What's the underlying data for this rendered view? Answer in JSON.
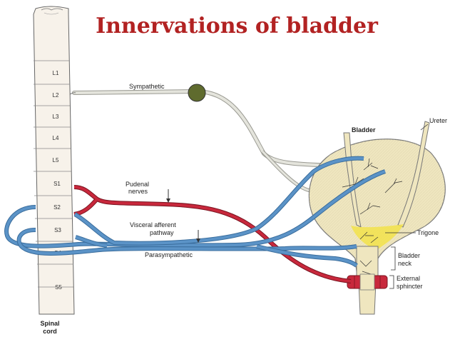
{
  "title": "Innervations of bladder",
  "segments": [
    "L1",
    "L2",
    "L3",
    "L4",
    "L5",
    "S1",
    "S2",
    "S3",
    "S4",
    "S5"
  ],
  "labels": {
    "spinal_cord_line1": "Spinal",
    "spinal_cord_line2": "cord",
    "sympathetic": "Sympathetic",
    "pudenal_line1": "Pudenal",
    "pudenal_line2": "nerves",
    "visceral_line1": "Visceral afferent",
    "visceral_line2": "pathway",
    "parasympathetic": "Parasympathetic",
    "bladder": "Bladder",
    "ureter": "Ureter",
    "trigone": "Trigone",
    "neck_line1": "Bladder",
    "neck_line2": "neck",
    "sphincter_line1": "External",
    "sphincter_line2": "sphincter"
  },
  "colors": {
    "title": "#b22222",
    "sympathetic": "#e4e4dc",
    "pudendal": "#c8283c",
    "parasympathetic": "#5b93c7",
    "ganglion": "#5f6b2e",
    "bladder_fill": "#efe6bf",
    "trigone": "#f2e24a"
  }
}
